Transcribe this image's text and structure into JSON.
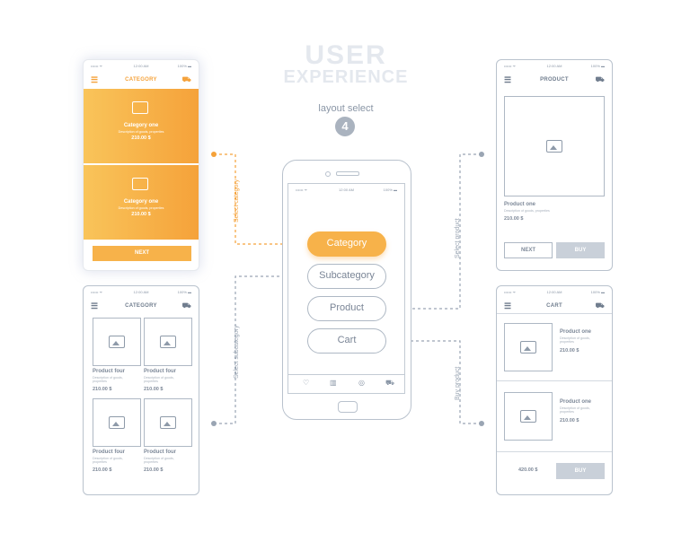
{
  "title": {
    "line1": "USER",
    "line2": "EXPERIENCE"
  },
  "layout_select": {
    "label": "layout select",
    "number": "4"
  },
  "status": {
    "left": "•••••• ᯤ",
    "time": "12:00 AM",
    "battery": "100% ▬"
  },
  "center_phone": {
    "buttons": [
      "Category",
      "Subcategory",
      "Product",
      "Cart"
    ],
    "nav_icons": [
      "heart-icon",
      "chart-icon",
      "user-icon",
      "cart-icon"
    ]
  },
  "category_orange": {
    "header": "CATEGORY",
    "items": [
      {
        "name": "Category one",
        "desc": "Description of goods, properties",
        "price": "210.00 $"
      },
      {
        "name": "Category one",
        "desc": "Description of goods, properties",
        "price": "210.00 $"
      }
    ],
    "next_label": "NEXT"
  },
  "subcategory_screen": {
    "header": "CATEGORY",
    "items": [
      {
        "name": "Product four",
        "desc": "Description of goods, properties",
        "price": "210.00 $"
      },
      {
        "name": "Product four",
        "desc": "Description of goods, properties",
        "price": "210.00 $"
      },
      {
        "name": "Product four",
        "desc": "Description of goods, properties",
        "price": "210.00 $"
      },
      {
        "name": "Product four",
        "desc": "Description of goods, properties",
        "price": "210.00 $"
      }
    ]
  },
  "product_screen": {
    "header": "PRODUCT",
    "name": "Product one",
    "desc": "Description of goods, properties",
    "price": "210.00 $",
    "next_label": "NEXT",
    "buy_label": "BUY"
  },
  "cart_screen": {
    "header": "CART",
    "items": [
      {
        "name": "Product one",
        "desc": "Description of goods, properties",
        "price": "210.00 $"
      },
      {
        "name": "Product one",
        "desc": "Description of goods, properties",
        "price": "210.00 $"
      }
    ],
    "total": "420.00 $",
    "buy_label": "BUY"
  },
  "connectors": {
    "select_category": "Select category",
    "select_subcategory": "Select subcategory",
    "select_product": "Select product",
    "buy_product": "Buy product"
  },
  "colors": {
    "orange": "#f7b24a",
    "orange_dark": "#f5a23a",
    "line_gray": "#b9c2cd",
    "button_gray": "#c9d0d9"
  }
}
